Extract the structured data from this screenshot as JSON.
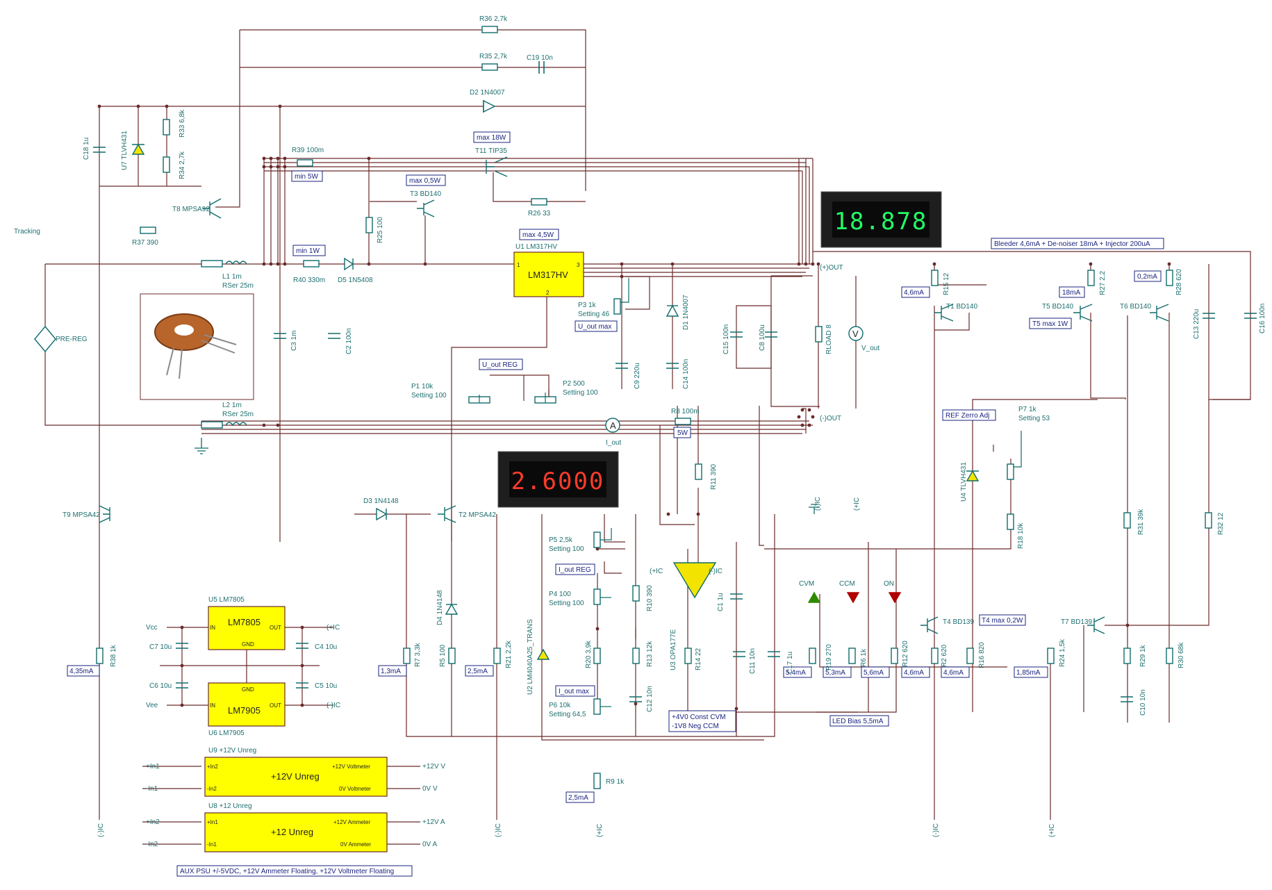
{
  "colors": {
    "wire": "#6b2a2a",
    "component": "#0f6b6b",
    "label": "#1f6f6f",
    "box_border": "#1a237e",
    "chip_fill": "#ffff00",
    "volt_display": "#22ff66",
    "amp_display": "#ff3b2a",
    "led_green": "#2e8b00",
    "led_red": "#b00000",
    "tl431": "#f2e400"
  },
  "displays": {
    "voltmeter_value": "18.878",
    "ammeter_value": "2.6000"
  },
  "annotations": {
    "max_18w": "max 18W",
    "min_5w": "min 5W",
    "max_05w": "max 0,5W",
    "min_1w": "min 1W",
    "max_45w": "max 4,5W",
    "u_out_max": "U_out max",
    "u_out_reg": "U_out REG",
    "bleeder": "Bleeder 4,6mA + De-noiser 18mA + Injector 200uA",
    "i_46ma_a": "4,6mA",
    "i_18ma": "18mA",
    "i_02ma": "0,2mA",
    "t5_max": "T5 max 1W",
    "ref_zero": "REF Zerro Adj",
    "r8_5w": "5W",
    "i_out_reg": "I_out REG",
    "i_out_max": "I_out max",
    "i_435ma": "4,35mA",
    "i_13ma": "1,3mA",
    "i_25ma_a": "2,5mA",
    "i_25ma_b": "2,5mA",
    "cvm_note": "+4V0 Const CVM\n-1V8 Neg CCM",
    "i_54ma": "5,4mA",
    "i_53ma": "5,3mA",
    "i_56ma": "5,6mA",
    "i_46ma_b": "4,6mA",
    "i_46ma_c": "4,6mA",
    "i_185ma": "1,85mA",
    "t4_max": "T4 max 0,2W",
    "led_bias": "LED Bias 5,5mA",
    "aux_note": "AUX PSU +/-5VDC, +12V Ammeter Floating, +12V Voltmeter Floating"
  },
  "chips": {
    "u1_name": "LM317HV",
    "u1_ref": "U1 LM317HV",
    "u1_p1": "1",
    "u1_p2": "2",
    "u1_p3": "3",
    "u5_ref": "U5 LM7805",
    "u5_name": "LM7805",
    "u5_in": "IN",
    "u5_out": "OUT",
    "u5_gnd": "GND",
    "u6_ref": "U6 LM7905",
    "u6_name": "LM7905",
    "u6_in": "IN",
    "u6_out": "OUT",
    "u6_gnd": "GND",
    "u9_ref": "U9 +12V Unreg",
    "u9_name": "+12V Unreg",
    "u9_in2": "+In2",
    "u9_in2n": "-In2",
    "u9_vm": "+12V Voltmeter",
    "u9_0v": "0V Voltmeter",
    "u8_ref": "U8 +12 Unreg",
    "u8_name": "+12 Unreg",
    "u8_in1": "+In1",
    "u8_in1n": "-In1",
    "u8_am": "+12V Ammeter",
    "u8_0a": "0V Ammeter"
  },
  "labels": {
    "r36": "R36 2,7k",
    "r35": "R35 2,7k",
    "c19": "C19 10n",
    "d2": "D2 1N4007",
    "r33": "R33 6,8k",
    "r34": "R34 2,7k",
    "u7": "U7 TLVH431",
    "c18": "C18 1u",
    "r39": "R39 100m",
    "t11": "T11 TIP35",
    "t3": "T3 BD140",
    "r26": "R26 33",
    "r25": "R25 100",
    "t8": "T8 MPSA92",
    "tracking": "Tracking",
    "r37": "R37 390",
    "l1": "L1 1m",
    "l1s": "RSer 25m",
    "r40": "R40 330m",
    "d5": "D5 1N5408",
    "prereg": "PRE-REG",
    "c3": "C3 1m",
    "c2": "C2 100n",
    "l2": "L2 1m",
    "l2s": "RSer 25m",
    "p3": "P3 1k",
    "p3s": "Setting 46",
    "d1": "D1 1N4007",
    "c9": "C9 220u",
    "c14": "C14 100n",
    "p1": "P1 10k",
    "p1s": "Setting 100",
    "p2": "P2 500",
    "p2s": "Setting 100",
    "out_p": "(+)OUT",
    "out_n": "(-)OUT",
    "c15": "C15 100n",
    "c8": "C8 100u",
    "rload": "RLOAD 8",
    "v_out": "V_out",
    "i_out": "I_out",
    "r8": "R8 100m",
    "r15": "R15 12",
    "t1": "T1 BD140",
    "r27": "R27 2,2",
    "t5": "T5 BD140",
    "t6": "T6 BD140",
    "r28": "R28 620",
    "c13": "C13 220u",
    "c16": "C16 100n",
    "u4": "U4 TLVH431",
    "p7": "P7 1k",
    "p7s": "Setting 53",
    "r18": "R18 10k",
    "r31": "R31 39k",
    "r32": "R32 12",
    "d3": "D3 1N4148",
    "t2": "T2 MPSA42",
    "t9": "T9 MPSA42",
    "r11": "R11 390",
    "p5": "P5 2,5k",
    "p5s": "Setting 100",
    "p4": "P4 100",
    "p4s": "Setting 100",
    "r10": "R10 390",
    "u3": "U3 OPA177E",
    "c1": "C1 1u",
    "pic": "(+IC",
    "nic": "(-)IC",
    "cvm": "CVM",
    "ccm": "CCM",
    "on": "ON",
    "plus_ic": "(+IC",
    "minus_ic": "(-)IC",
    "r19": "R19 270",
    "r6": "R6 1k",
    "r12": "R12 620",
    "t4": "T4 BD139",
    "r2": "R2 620",
    "r16": "R16 820",
    "t7": "T7 BD139",
    "r24": "R24 1,5k",
    "r29": "R29 1k",
    "r30": "R30 68k",
    "c10": "C10 10n",
    "d4": "D4 1N4148",
    "r7": "R7 3,3k",
    "r5": "R5 100",
    "r21": "R21 2,2k",
    "u2": "U2 LM4040A25_TRANS",
    "r20": "R20 3,9k",
    "r13": "R13 12k",
    "c12": "C12 10n",
    "p6": "P6 10k",
    "p6s": "Setting 64,5",
    "r14": "R14 22",
    "c11": "C11 10n",
    "c17": "C17 1u",
    "r38": "R38 1k",
    "r9": "R9 1k",
    "vcc": "Vcc",
    "vee": "Vee",
    "c7": "C7 10u",
    "c6": "C6 10u",
    "c4": "C4 10u",
    "c5": "C5 10u",
    "plus_ic_aux": "(+IC",
    "minus_ic_aux": "(-)IC",
    "in1p": "+In1",
    "in1n": "-In1",
    "in2p": "+In2",
    "in2n": "-In2",
    "v12": "+12V V",
    "v0": "0V V",
    "a12": "+12V A",
    "a0": "0V A",
    "bot_nic_a": "(-)IC",
    "bot_nic_b": "(-)IC",
    "bot_nic_c": "(-)IC",
    "bot_pic_a": "(+IC",
    "bot_pic_b": "(+IC"
  }
}
